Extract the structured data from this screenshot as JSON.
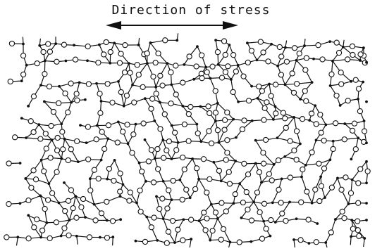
{
  "figure": {
    "title": "Direction of stress"
  },
  "colors": {
    "ink": "#111111",
    "background": "#ffffff"
  },
  "icons": {
    "stress_arrow": "double-headed-arrow-icon",
    "oxygen_atom": "open-circle-node",
    "silicon_atom": "filled-dot-node"
  }
}
